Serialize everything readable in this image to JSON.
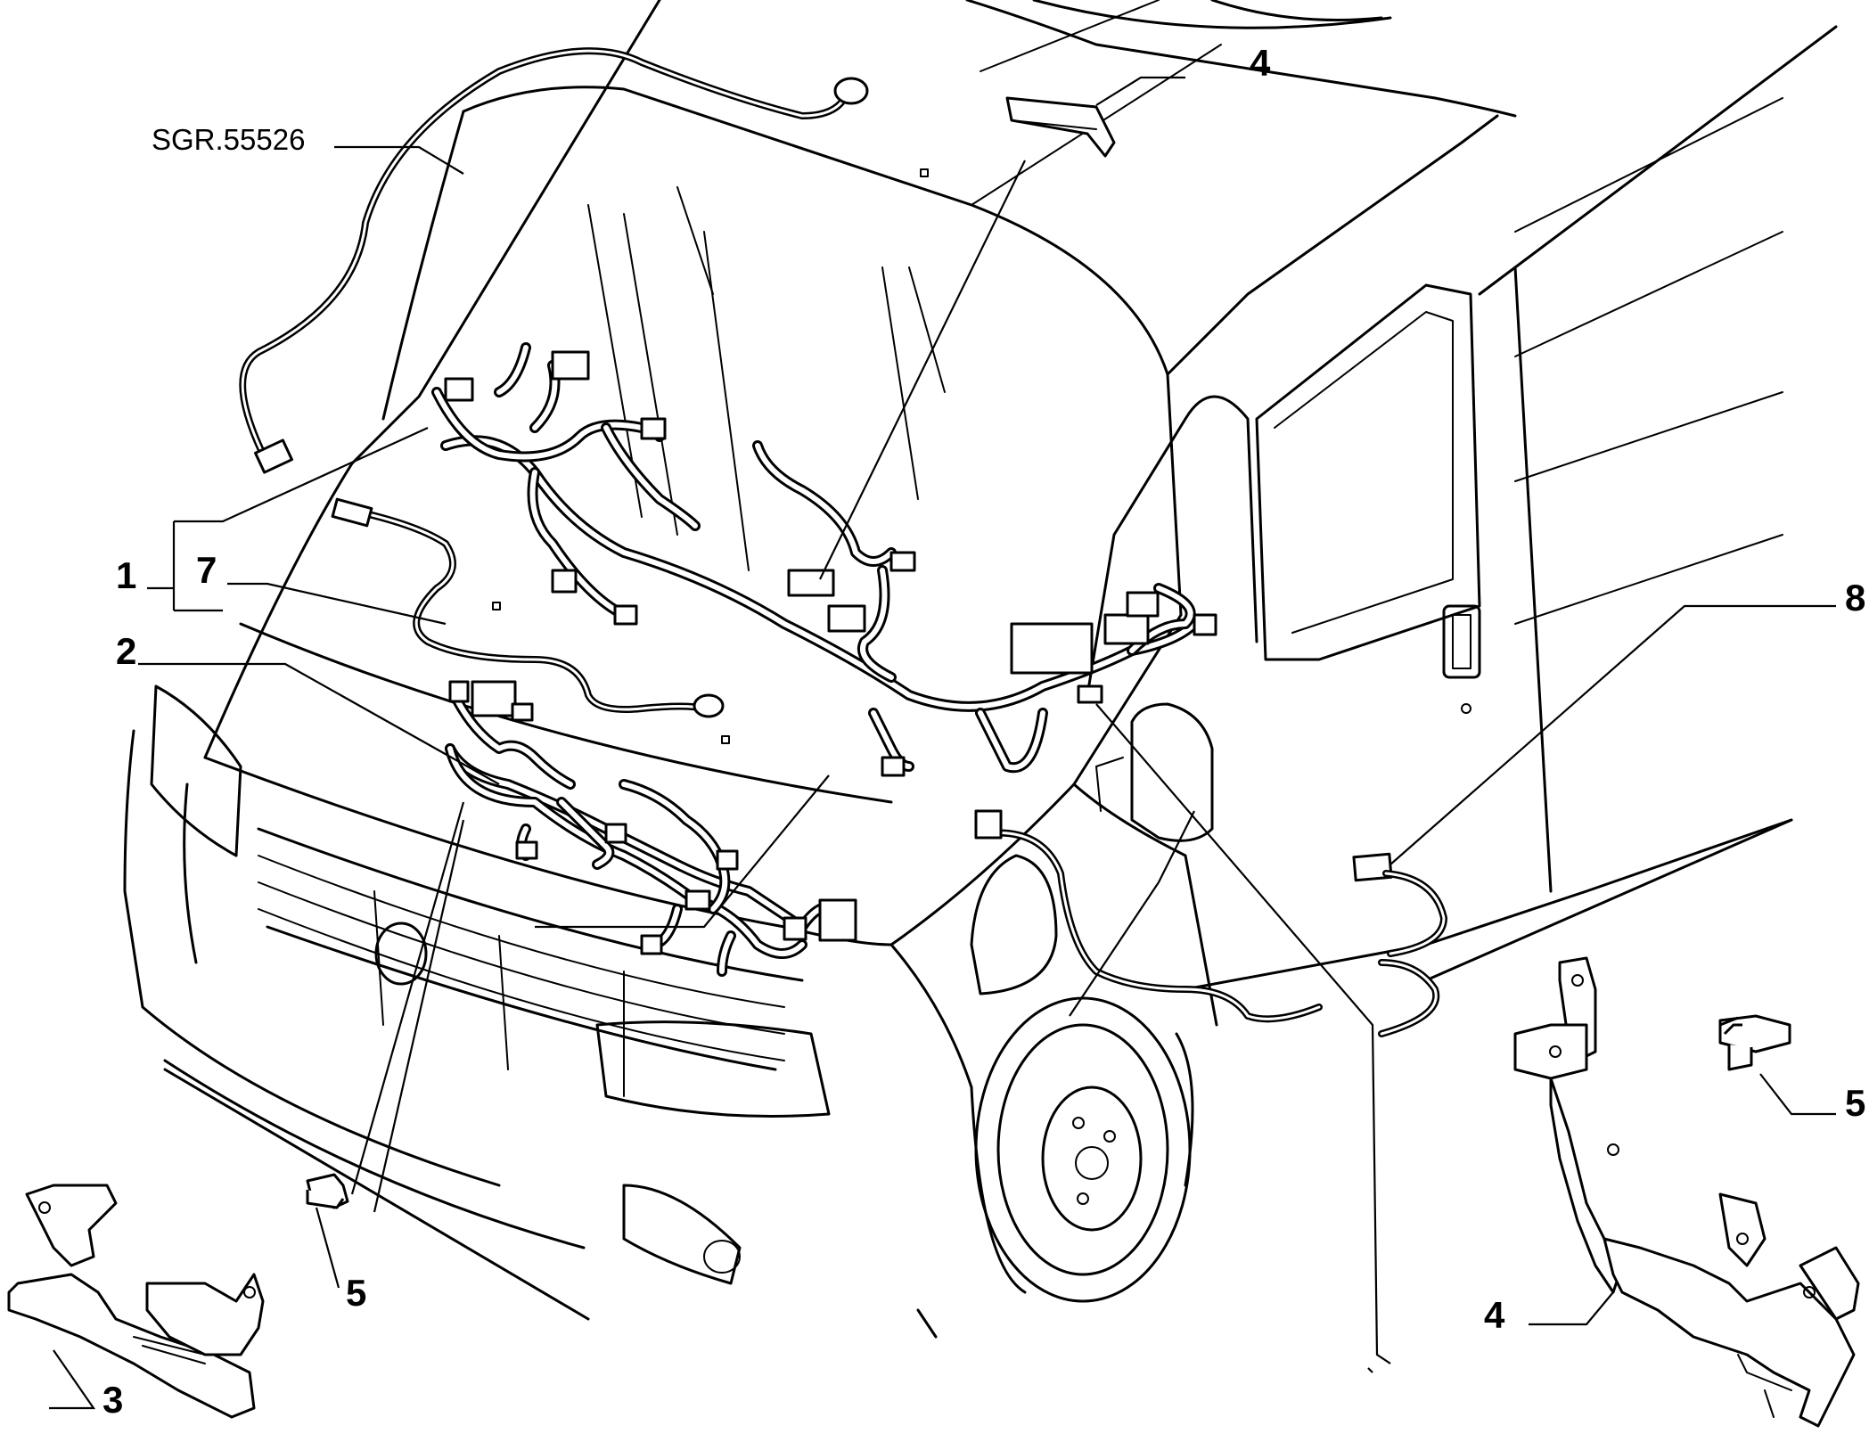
{
  "diagram": {
    "reference_code": "SGR.55526",
    "callouts": [
      {
        "id": "c1",
        "label": "1"
      },
      {
        "id": "c7",
        "label": "7"
      },
      {
        "id": "c2",
        "label": "2"
      },
      {
        "id": "c4-top",
        "label": "4"
      },
      {
        "id": "c8",
        "label": "8"
      },
      {
        "id": "c5-right",
        "label": "5"
      },
      {
        "id": "c4-bottom",
        "label": "4"
      },
      {
        "id": "c5-left",
        "label": "5"
      },
      {
        "id": "c3",
        "label": "3"
      }
    ]
  }
}
